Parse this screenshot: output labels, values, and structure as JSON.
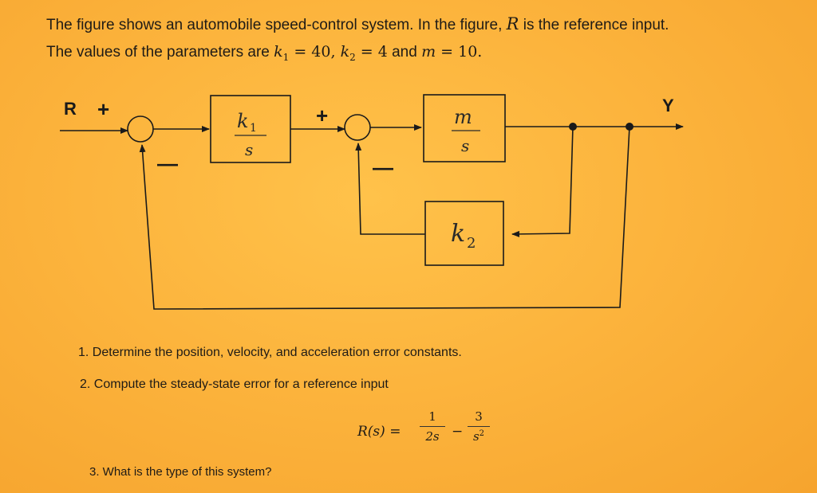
{
  "intro": {
    "line1": "The figure shows an automobile speed-control system. In the figure, ",
    "line1_var": "R",
    "line1_end": " is the reference input.",
    "line2_start": "The values of the parameters are ",
    "k1_sym": "k",
    "k1_sub": "1",
    "k1_eq": " = 40, ",
    "k2_sym": "k",
    "k2_sub": "2",
    "k2_eq": " = 4",
    "and": " and ",
    "m_sym": "m",
    "m_eq": " = 10."
  },
  "diagram": {
    "input_label": "R",
    "output_label": "Y",
    "sum1_plus": "+",
    "sum1_minus": "—",
    "sum2_plus": "+",
    "sum2_minus": "—",
    "block1_num": "k",
    "block1_num_sub": "1",
    "block1_den": "s",
    "block2_num": "m",
    "block2_den": "s",
    "block3_sym": "k",
    "block3_sub": "2"
  },
  "questions": {
    "q1": "1. Determine the position, velocity, and acceleration error constants.",
    "q2": "2. Compute the steady-state error for a reference input",
    "q3": "3. What is the type of this system?"
  },
  "equation": {
    "lhs": "R(s) =",
    "t1_num": "1",
    "t1_den": "2s",
    "op": "−",
    "t2_num": "3",
    "t2_den": "s",
    "t2_den_sup": "2"
  }
}
